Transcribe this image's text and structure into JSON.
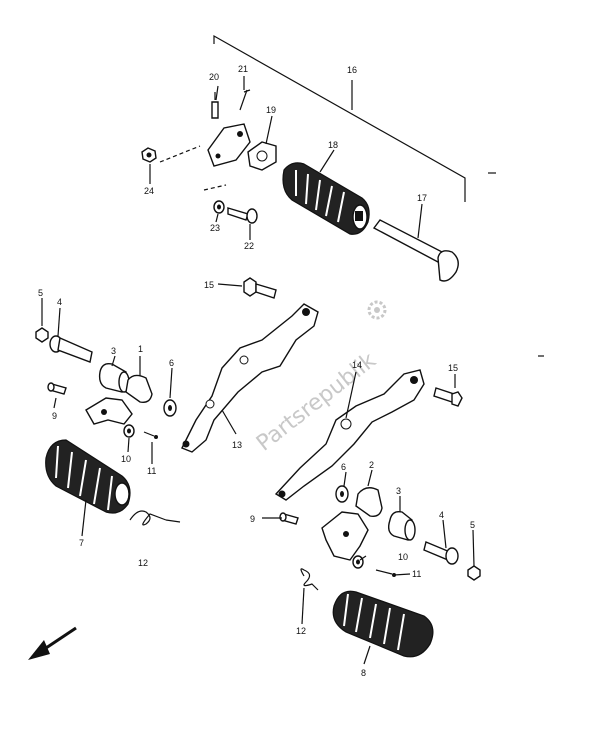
{
  "watermark": "Partsrepublik",
  "callouts": {
    "n1": "1",
    "n2": "2",
    "n3a": "3",
    "n3b": "3",
    "n4a": "4",
    "n4b": "4",
    "n5a": "5",
    "n5b": "5",
    "n6a": "6",
    "n6b": "6",
    "n7": "7",
    "n8": "8",
    "n9a": "9",
    "n9b": "9",
    "n10a": "10",
    "n10b": "10",
    "n11a": "11",
    "n11b": "11",
    "n12a": "12",
    "n12b": "12",
    "n13": "13",
    "n14": "14",
    "n15a": "15",
    "n15b": "15",
    "n16": "16",
    "n17": "17",
    "n18": "18",
    "n19": "19",
    "n20": "20",
    "n21": "21",
    "n22": "22",
    "n23": "23",
    "n24": "24"
  },
  "icons": {
    "direction": "front-direction-arrow-icon",
    "logo": "gear-logo-icon"
  }
}
